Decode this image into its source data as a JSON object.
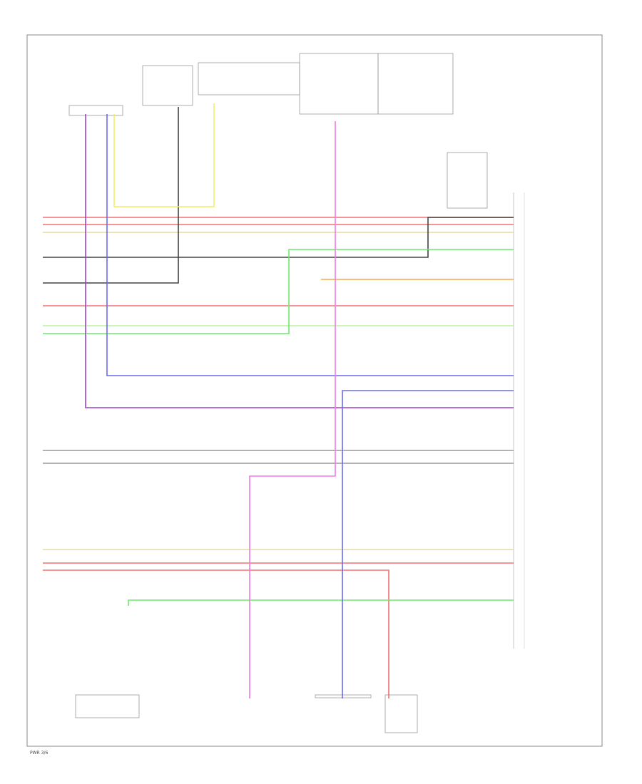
{
  "diagram": {
    "page_mark": "PWR 3/6",
    "colors": {
      "red": "#f07070",
      "yellow": "#f2ef60",
      "blue": "#6b6bef",
      "violet": "#a040c8",
      "pink": "#f07ae6",
      "green": "#6fe86f",
      "orange": "#f6a84a",
      "grey": "#9a9a9a",
      "dark": "#444444",
      "beige": "#e8d9a8",
      "lightgreen": "#b9f0a0"
    },
    "wires": [
      {
        "color": "red"
      },
      {
        "color": "red"
      },
      {
        "color": "beige"
      },
      {
        "color": "dark"
      },
      {
        "color": "dark"
      },
      {
        "color": "red"
      },
      {
        "color": "lightgreen"
      },
      {
        "color": "green"
      },
      {
        "color": "blue"
      },
      {
        "color": "violet"
      },
      {
        "color": "grey"
      },
      {
        "color": "grey"
      },
      {
        "color": "beige"
      },
      {
        "color": "red"
      },
      {
        "color": "red"
      },
      {
        "color": "green"
      },
      {
        "color": "yellow"
      },
      {
        "color": "orange"
      },
      {
        "color": "pink"
      },
      {
        "color": "blue"
      }
    ]
  }
}
